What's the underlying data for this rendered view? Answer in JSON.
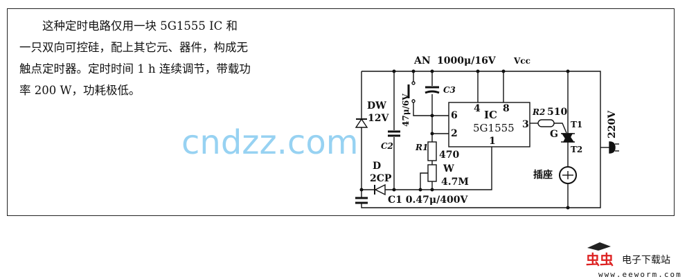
{
  "description_text": [
    "这种定时电路仅用一块 5G1555 IC 和",
    "一只双向可控硅，配上其它元、器件，构成无",
    "触点定时器。定时时间 1 h 连续调节，带载功",
    "率 200 W，功耗极低。"
  ],
  "labels": {
    "an": "AN",
    "c3_value": "1000μ/16V",
    "vcc": "Vcc",
    "c3": "C3",
    "dw": "DW",
    "dw_value": "12V",
    "c2": "C2",
    "c2_value": "47μ/6V",
    "r1": "R1",
    "r1_value": "470",
    "w": "W",
    "w_value": "4.7M",
    "d": "D",
    "d_value": "2CP",
    "c1": "C1 0.47μ/400V",
    "ic": "IC",
    "ic_part": "5G1555",
    "pin4": "4",
    "pin8": "8",
    "pin6": "6",
    "pin2": "2",
    "pin3": "3",
    "pin1": "1",
    "r2": "R2",
    "r2_value": "510",
    "t1": "T1",
    "g": "G",
    "t2": "T2",
    "socket": "插座",
    "mains": "220V"
  },
  "watermark": "cndzz.com",
  "logo": {
    "cn": "虫虫",
    "site": "电子下载站",
    "url": "www.eeworm.com"
  }
}
